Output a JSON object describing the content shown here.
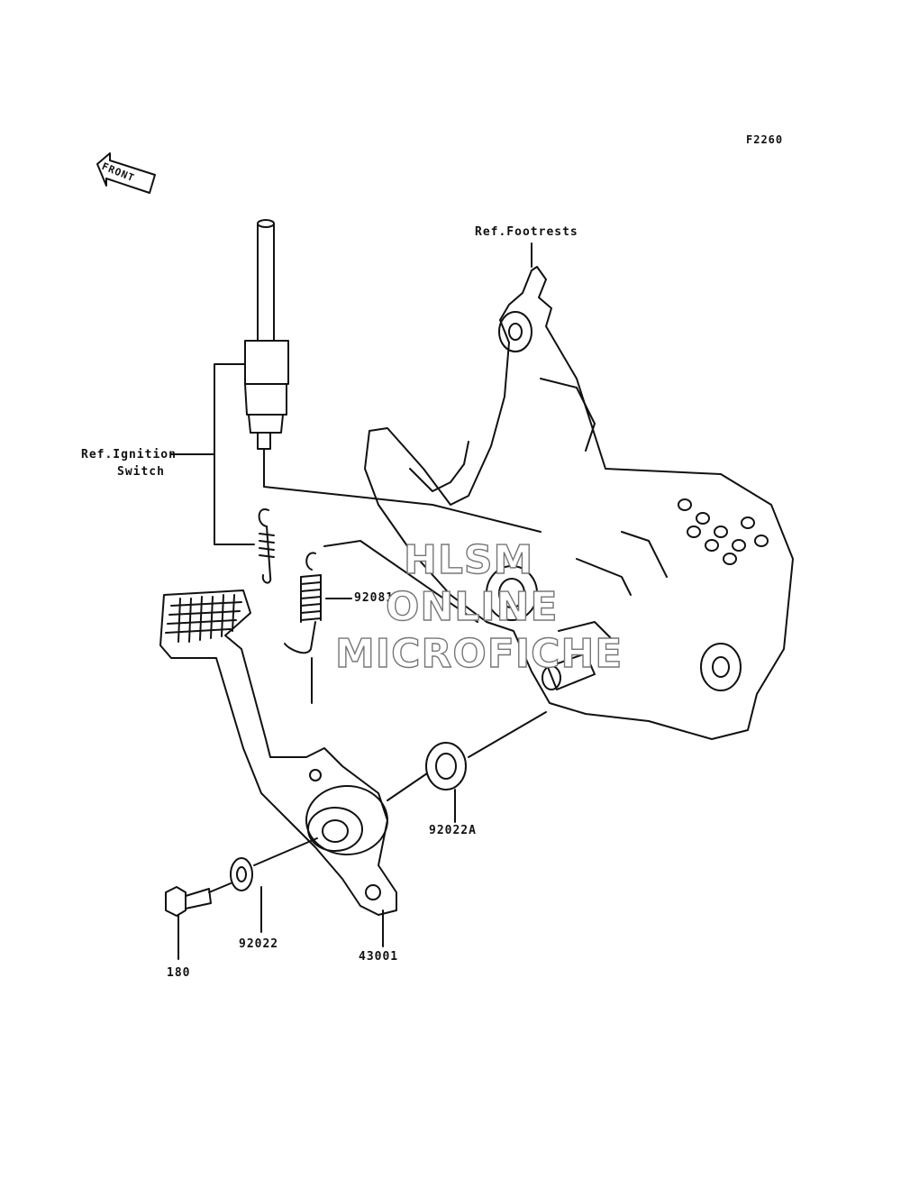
{
  "figure_code": "F2260",
  "front_label": "FRONT",
  "callouts": {
    "ref_footrests": "Ref.Footrests",
    "ref_ignition_line1": "Ref.Ignition",
    "ref_ignition_line2": "Switch",
    "p92081": "92081",
    "p92022A": "92022A",
    "p92022": "92022",
    "p43001": "43001",
    "p180": "180"
  },
  "watermark": {
    "line1": "HLSM",
    "line2": "ONLINE",
    "line3": "MICROFICHE"
  },
  "colors": {
    "ink": "#111111",
    "watermark_outline": "#777777"
  }
}
